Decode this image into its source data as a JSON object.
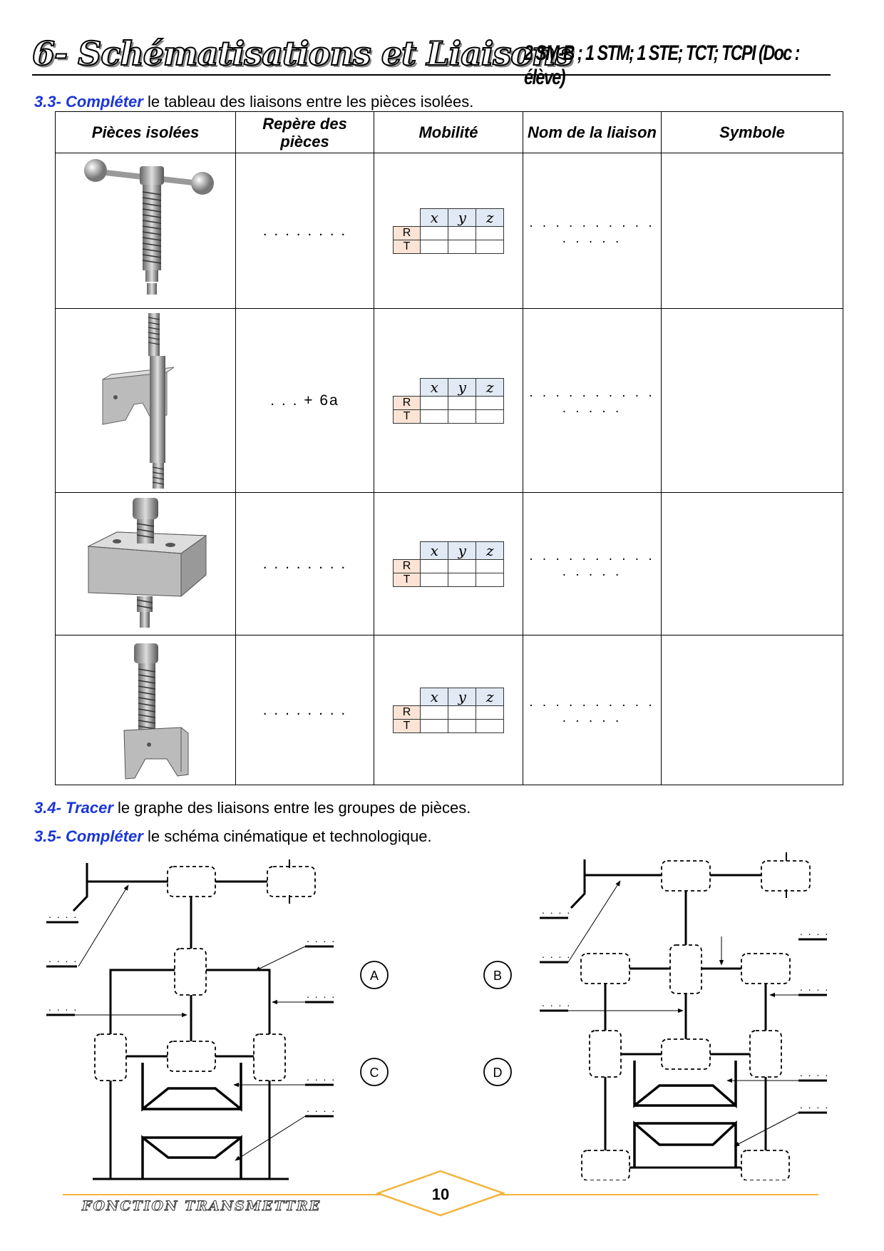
{
  "header": {
    "title": "6- Schématisations et Liaisons",
    "classes": "2 SM-B ; 1 STM; 1 STE; TCT; TCPI (Doc : élève)"
  },
  "q33": {
    "num": "3.3-",
    "verb": "Compléter",
    "rest": " le tableau des liaisons entre les pièces isolées."
  },
  "table": {
    "headers": [
      "Pièces isolées",
      "Repère des pièces",
      "Mobilité",
      "Nom de la liaison",
      "Symbole"
    ],
    "mobility_axes": [
      "x",
      "y",
      "z"
    ],
    "mobility_rows": [
      "R",
      "T"
    ],
    "rows": [
      {
        "repere": ". . . . . . . .",
        "nom": ". . . . . . . . . . . . . . .",
        "part_icon": "t-handle-screw-icon"
      },
      {
        "repere": ". . . + 6a",
        "nom": ". . . . . . . . . . . . . . .",
        "part_icon": "threaded-rod-vblock-icon"
      },
      {
        "repere": ". . . . . . . .",
        "nom": ". . . . . . . . . . . . . . .",
        "part_icon": "block-screw-icon"
      },
      {
        "repere": ". . . . . . . .",
        "nom": ". . . . . . . . . . . . . . .",
        "part_icon": "screw-jaw-icon"
      }
    ]
  },
  "q34": {
    "num": "3.4-",
    "verb": "Tracer",
    "rest": " le graphe des liaisons entre les groupes de pièces."
  },
  "q35": {
    "num": "3.5-",
    "verb": "Compléter",
    "rest": " le schéma cinématique et technologique."
  },
  "diagram": {
    "nodes": [
      "A",
      "B",
      "C",
      "D"
    ],
    "label_placeholder": ". . . ."
  },
  "footer": {
    "label": "FONCTION TRANSMETTRE",
    "page": "10"
  }
}
